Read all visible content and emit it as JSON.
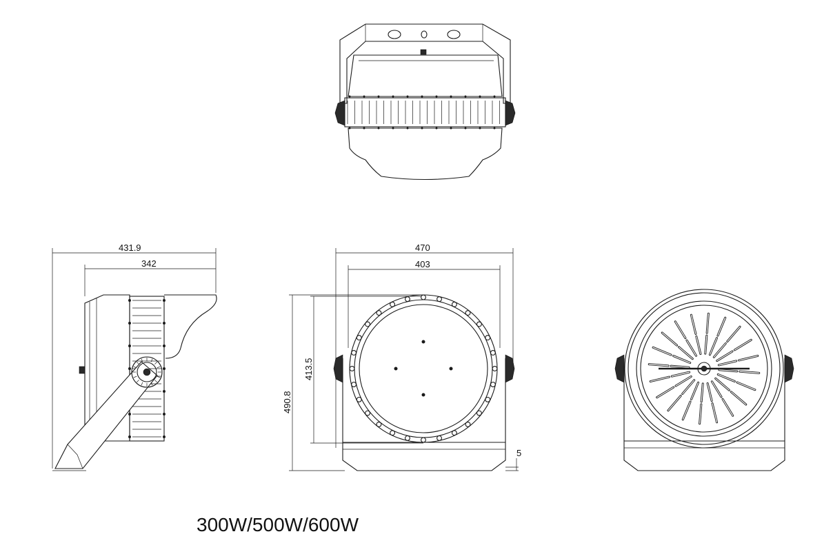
{
  "views": [
    {
      "name": "top-view"
    },
    {
      "name": "side-view",
      "dims": [
        "431.9",
        "342"
      ]
    },
    {
      "name": "front-view",
      "dims": [
        "470",
        "403",
        "490.8",
        "413.5",
        "5"
      ]
    },
    {
      "name": "rear-view"
    }
  ],
  "caption": "300W/500W/600W"
}
